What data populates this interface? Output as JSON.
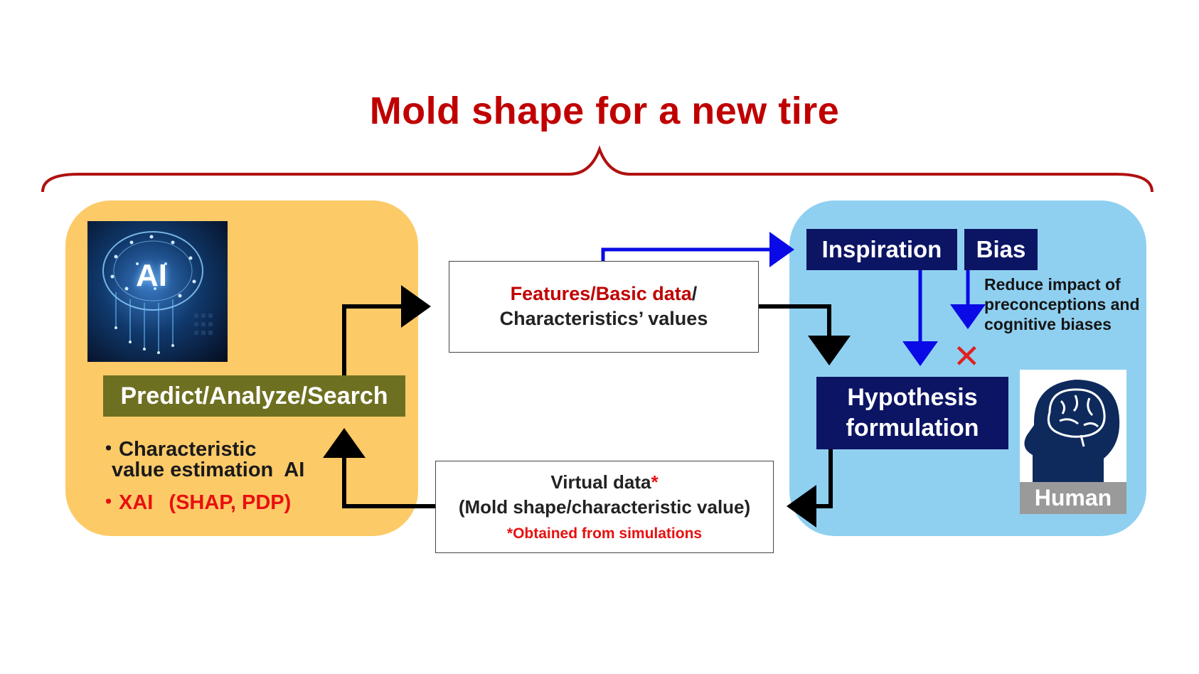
{
  "title": "Mold shape for a new tire",
  "ai_panel": {
    "image_label": "AI",
    "predict_label": "Predict/Analyze/Search",
    "bullets": [
      {
        "marker": "・",
        "text_line1": "Characteristic",
        "text_line2": "value estimation  AI"
      },
      {
        "marker": "・",
        "text": "XAI",
        "text_extra": "(SHAP, PDP)"
      }
    ]
  },
  "features_box": {
    "line1_red": "Features/Basic data",
    "line1_tail": "/",
    "line2": "Characteristics’ values"
  },
  "virtual_box": {
    "line1": "Virtual data",
    "line1_star": "*",
    "line2": "(Mold shape/characteristic value)",
    "footnote": "*Obtained from simulations"
  },
  "human_panel": {
    "inspiration_label": "Inspiration",
    "bias_label": "Bias",
    "reduce_text_line1": "Reduce impact of",
    "reduce_text_line2": "preconceptions and",
    "reduce_text_line3": "cognitive biases",
    "x_mark": "✕",
    "hypothesis_line1": "Hypothesis",
    "hypothesis_line2": "formulation",
    "human_label": "Human"
  },
  "colors": {
    "title_red": "#c00000",
    "left_panel": "#fdca68",
    "right_panel": "#8fd0f1",
    "predict_box": "#6e7021",
    "navy_box": "#0c1464",
    "blue_arrow": "#0a0ae6",
    "black_arrow": "#000000"
  }
}
